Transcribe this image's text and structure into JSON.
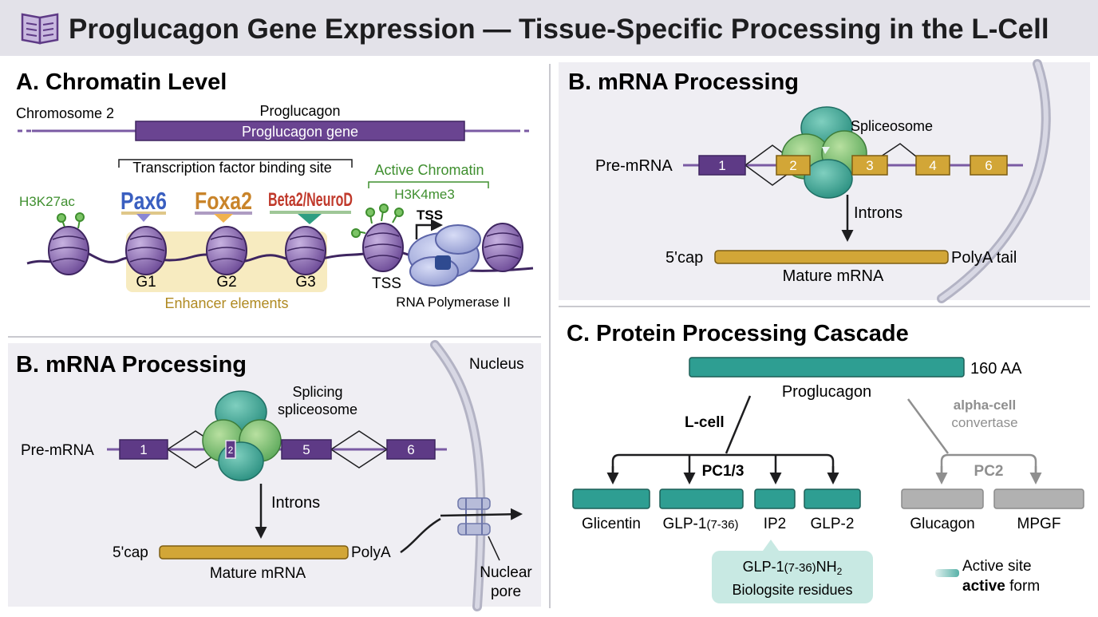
{
  "header": {
    "title": "Proglucagon Gene Expression — Tissue-Specific Processing in the L-Cell",
    "icon": "open-book-icon"
  },
  "colors": {
    "purple": "#5e3a86",
    "purple_light": "#9a7bbf",
    "gold": "#d2a637",
    "teal": "#2e9e92",
    "green": "#3f8f2f",
    "gray": "#9c9c9c"
  },
  "panel_a": {
    "heading": "A. Chromatin Level",
    "chromosome_label": "Chromosome 2",
    "gene_title": "Proglucagon",
    "gene_bar_label": "Proglucagon gene",
    "tf_site_label": "Transcription factor binding site",
    "tf_names": [
      "Pax6",
      "Foxa2",
      "Beta2/NeuroD"
    ],
    "mark_left": "H3K27ac",
    "active_chromatin": "Active Chromatin",
    "mark_right": "H3K4me3",
    "tss_top": "TSS",
    "tss_bottom": "TSS",
    "enhancers": [
      "G1",
      "G2",
      "G3"
    ],
    "enhancer_label": "Enhancer elements",
    "polymerase_label": "RNA Polymerase II"
  },
  "panel_b_left": {
    "heading": "B. mRNA Processing",
    "nucleus_label": "Nucleus",
    "spliceosome_label_line1": "Splicing",
    "spliceosome_label_line2": "spliceosome",
    "pre_mrna_label": "Pre-mRNA",
    "exons": [
      "1",
      "2",
      "5",
      "6"
    ],
    "introns_label": "Introns",
    "cap_label": "5'cap",
    "polya_label": "PolyA",
    "mature_label": "Mature mRNA",
    "pore_label_line1": "Nuclear",
    "pore_label_line2": "pore"
  },
  "panel_b_right": {
    "heading": "B. mRNA Processing",
    "spliceosome_label": "Spliceosome",
    "pre_mrna_label": "Pre-mRNA",
    "exons": [
      "1",
      "2",
      "3",
      "4",
      "6"
    ],
    "introns_label": "Introns",
    "cap_label": "5'cap",
    "polya_label": "PolyA tail",
    "mature_label": "Mature mRNA"
  },
  "panel_c": {
    "heading": "C. Protein Processing Cascade",
    "precursor_length": "160 AA",
    "precursor_name": "Proglucagon",
    "lcell_label": "L-cell",
    "lcell_enzyme": "PC1/3",
    "alpha_label_line1": "alpha-cell",
    "alpha_label_line2": "convertase",
    "alpha_enzyme": "PC2",
    "lcell_products": [
      "Glicentin",
      "GLP-1",
      "IP2",
      "GLP-2"
    ],
    "glp1_subscript": "(7-36)",
    "alpha_products": [
      "Glucagon",
      "MPGF"
    ],
    "callout_main": "GLP-1",
    "callout_sub": "(7-36)",
    "callout_tail": "NH",
    "callout_tail_sub": "2",
    "callout_line2": "Biologsite residues",
    "legend_line1": "Active site",
    "legend_line2_bold": "active",
    "legend_line2_rest": " form"
  }
}
